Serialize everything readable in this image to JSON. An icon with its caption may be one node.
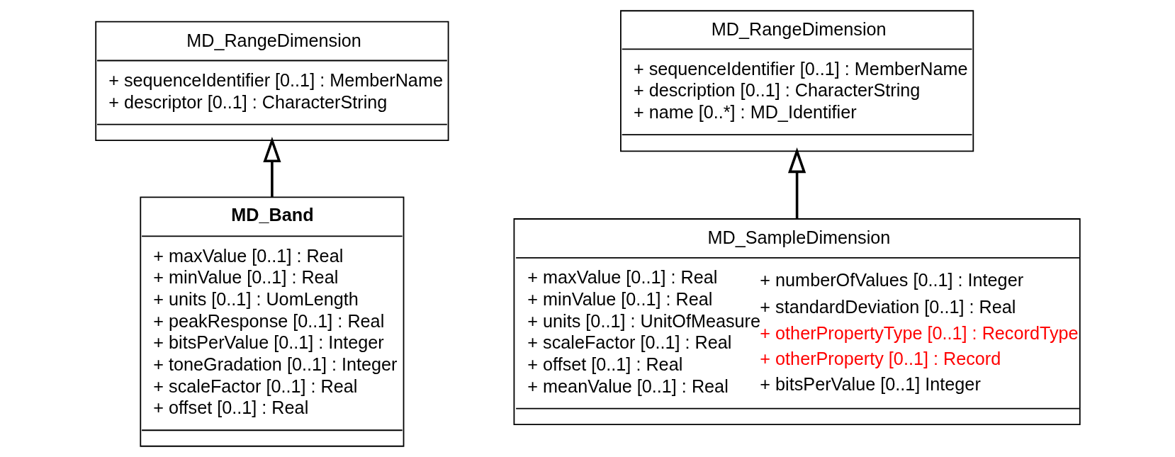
{
  "diagram": {
    "nodes": [
      {
        "text": [
          "MD_RangeDimension",
          "+ sequenceIdentifier [0..1] : MemberName",
          "+ descriptor [0..1] : CharacterString"
        ]
      },
      {
        "text": [
          "MD_RangeDimension",
          "+ sequenceIdentifier [0..1] : MemberName",
          "+ description [0..1] : CharacterString",
          "+ name [0..*] : MD_Identifier"
        ]
      },
      {
        "text": [
          "MD_Band",
          "+ maxValue [0..1] : Real",
          "+ minValue [0..1] : Real",
          "+ units [0..1] : UomLength",
          "+ peakResponse [0..1] : Real",
          "+ bitsPerValue [0..1] : Integer",
          "+ toneGradation [0..1] : Integer",
          "+ scaleFactor [0..1] : Real",
          "+ offset [0..1] : Real"
        ]
      },
      {
        "text": [
          "MD_SampleDimension",
          "+ maxValue [0..1] : Real",
          "+ minValue [0..1] : Real",
          "+ units [0..1] : UnitOfMeasure",
          "+ scaleFactor [0..1] : Real",
          "+ offset [0..1] : Real",
          "+ meanValue [0..1] : Real",
          "+ numberOfValues [0..1] : Integer",
          "+ standardDeviation [0..1] : Real",
          "+ otherPropertyType [0..1] : RecordType",
          "+ otherProperty [0..1] : Record",
          "+ bitsPerValue [0..1] Integer"
        ]
      }
    ],
    "edges": [
      {
        "from": 2,
        "to": 0,
        "arrow": "to"
      },
      {
        "from": 3,
        "to": 1,
        "arrow": "to"
      }
    ]
  }
}
